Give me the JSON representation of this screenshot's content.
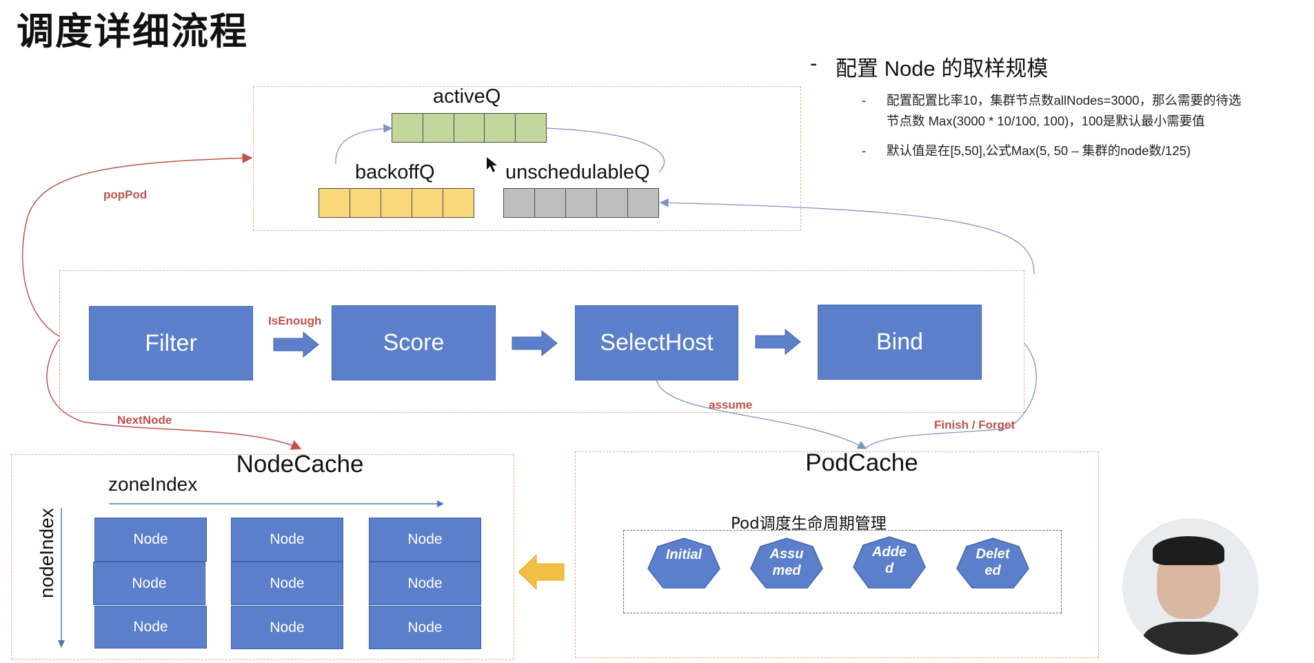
{
  "title": "调度详细流程",
  "bullets": {
    "heading_dash": "-",
    "heading": "配置 Node 的取样规模",
    "sub_dash": "-",
    "sub1_line1": "配置配置比率10，集群节点数allNodes=3000，那么需要的待选",
    "sub1_line2": "节点数 Max(3000 * 10/100, 100)，100是默认最小需要值",
    "sub2": "默认值是在[5,50],公式Max(5, 50 – 集群的node数/125)"
  },
  "queues": {
    "active": {
      "label": "activeQ",
      "color": "#c3d69b",
      "cells": 5
    },
    "backoff": {
      "label": "backoffQ",
      "color": "#fad77a",
      "cells": 5
    },
    "unschedulable": {
      "label": "unschedulableQ",
      "color": "#bfbfbf",
      "cells": 5
    }
  },
  "stages": [
    "Filter",
    "Score",
    "SelectHost",
    "Bind"
  ],
  "edge_labels": {
    "pop_pod": "popPod",
    "is_enough": "IsEnough",
    "next_node": "NextNode",
    "assume": "assume",
    "finish_forget": "Finish / Forget"
  },
  "node_cache": {
    "title": "NodeCache",
    "zone_index": "zoneIndex",
    "node_index": "nodeIndex",
    "grid": [
      [
        "Node",
        "Node",
        "Node"
      ],
      [
        "Node",
        "Node",
        "Node"
      ],
      [
        "Node",
        "Node",
        "Node"
      ]
    ]
  },
  "pod_cache": {
    "title": "PodCache",
    "lifecycle_title": "Pod调度生命周期管理",
    "states": [
      {
        "line1": "Initial",
        "line2": ""
      },
      {
        "line1": "Assu",
        "line2": "med"
      },
      {
        "line1": "Adde",
        "line2": "d"
      },
      {
        "line1": "Delet",
        "line2": "ed"
      }
    ]
  },
  "colors": {
    "stage_blue": "#5b7fcb",
    "accent_red": "#c0504d",
    "dashed_orange": "#e6a57e",
    "arrow_yellow": "#f2bf45",
    "hex_blue": "#5b7fcb"
  }
}
